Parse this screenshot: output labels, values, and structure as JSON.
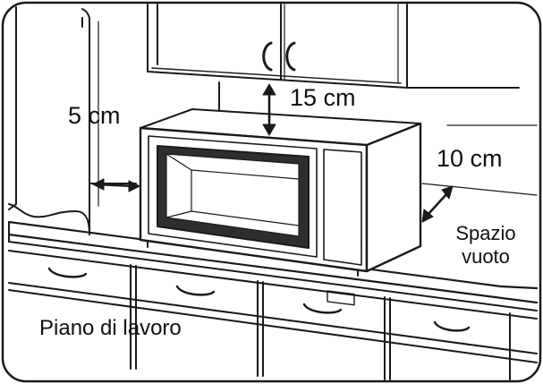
{
  "labels": {
    "top_clearance": "15 cm",
    "side_clearance": "5 cm",
    "back_clearance": "10 cm",
    "empty_space_line1": "Spazio",
    "empty_space_line2": "vuoto",
    "countertop": "Piano di lavoro"
  },
  "colors": {
    "line": "#1a1a1a",
    "background": "#ffffff",
    "wall_shade": "#f4f4f4",
    "window": "#2e2e2e"
  }
}
